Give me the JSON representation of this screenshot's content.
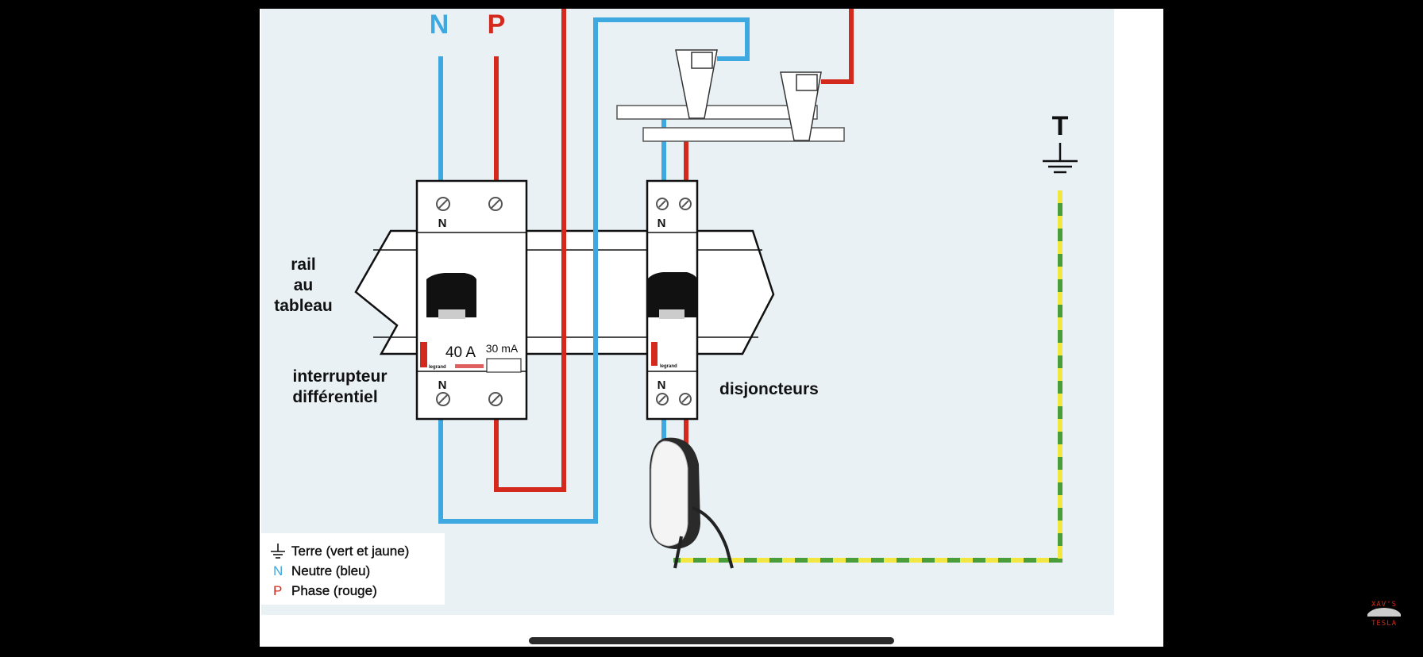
{
  "diagram": {
    "labels": {
      "neutral": "N",
      "phase": "P",
      "earth": "T",
      "rail": [
        "rail",
        "au",
        "tableau"
      ],
      "differential": [
        "interrupteur",
        "différentiel"
      ],
      "breakers": "disjoncteurs"
    },
    "differential_switch": {
      "terminal_top": "N",
      "terminal_bottom": "N",
      "rating": "40 A",
      "sensitivity": "30 mA",
      "brand": "legrand"
    },
    "circuit_breaker": {
      "terminal_top": "N",
      "terminal_bottom": "N",
      "brand": "legrand"
    },
    "legend": [
      {
        "symbol": "earth-icon",
        "key": "",
        "text": "Terre (vert et jaune)"
      },
      {
        "symbol": "N",
        "key": "N",
        "text": "Neutre (bleu)"
      },
      {
        "symbol": "P",
        "key": "P",
        "text": "Phase (rouge)"
      }
    ],
    "colors": {
      "neutral": "#3ea8e0",
      "phase": "#d42a1e",
      "earth_green": "#4a9e3a",
      "earth_yellow": "#f2e640",
      "background": "#e9f1f5"
    }
  },
  "watermark": {
    "text": "XAV'S TESLA"
  }
}
